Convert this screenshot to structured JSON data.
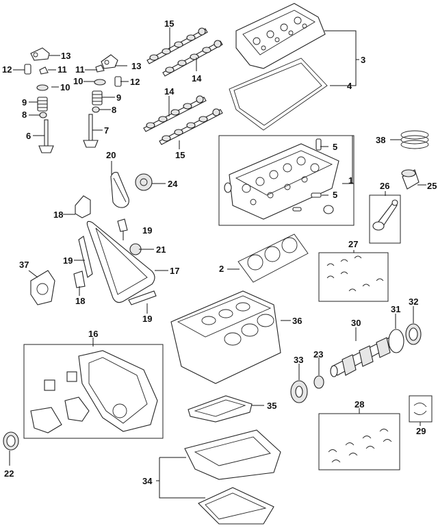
{
  "diagram": {
    "callouts": [
      "1",
      "2",
      "3",
      "4",
      "5",
      "5",
      "6",
      "7",
      "8",
      "8",
      "9",
      "9",
      "10",
      "10",
      "11",
      "11",
      "12",
      "12",
      "13",
      "13",
      "14",
      "14",
      "15",
      "15",
      "16",
      "17",
      "18",
      "18",
      "19",
      "19",
      "19",
      "20",
      "21",
      "22",
      "23",
      "24",
      "25",
      "26",
      "27",
      "28",
      "29",
      "30",
      "31",
      "32",
      "33",
      "34",
      "35",
      "36",
      "37",
      "38"
    ]
  }
}
